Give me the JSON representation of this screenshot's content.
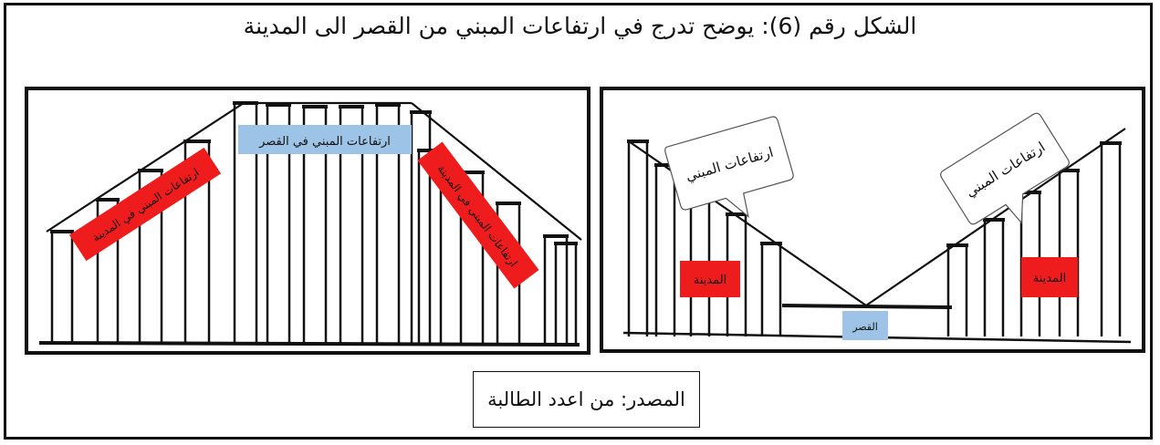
{
  "title": "الشكل رقم (6): يوضح تدرج في ارتفاعات المبني من القصر الى المدينة",
  "source": "المصدر: من اعدد الطالبة",
  "left_panel": {
    "center_label": "ارتفاعات المبني في القصر",
    "left_label": "ارتفاعات المبني في المدينة",
    "right_label": "ارتفاعات المبني في المدينة"
  },
  "right_panel": {
    "left_bubble": "ارتفاعات المبني",
    "right_bubble": "ارتفاعات المبني",
    "left_city": "المدينة",
    "right_city": "المدينة",
    "palace": "القصر"
  },
  "colors": {
    "red": "#ee1c1c",
    "blue": "#9dc3e6",
    "line": "#111111"
  }
}
